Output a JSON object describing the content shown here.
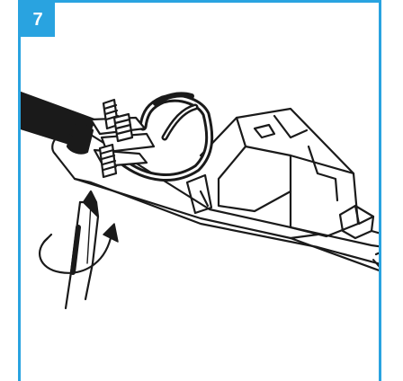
{
  "step": {
    "number": "7"
  },
  "colors": {
    "accent": "#29a3e0",
    "line": "#1a1a1a",
    "cable": "#1a1a1a"
  },
  "illustration": {
    "subject": "plug-terminal-wiring-screwdriver",
    "rotation_arrow": "clockwise-tighten"
  }
}
